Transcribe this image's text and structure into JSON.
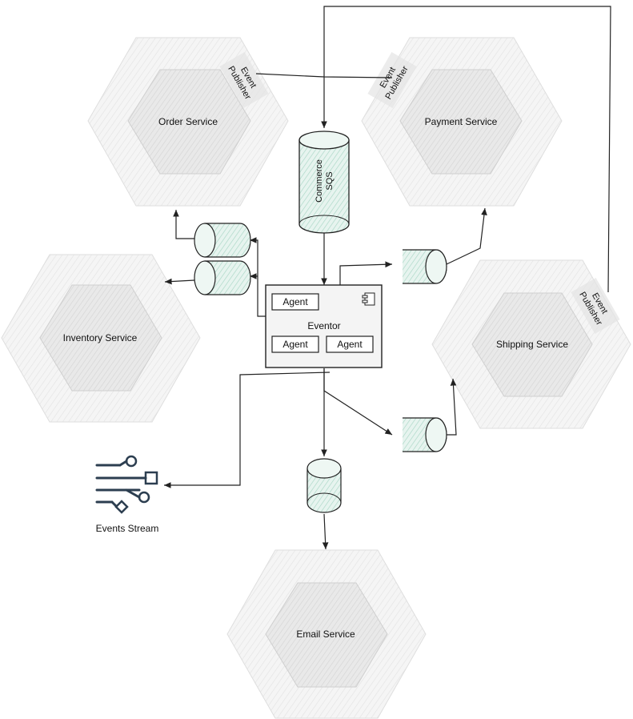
{
  "services": {
    "order": "Order Service",
    "payment": "Payment Service",
    "inventory": "Inventory Service",
    "shipping": "Shipping Service",
    "email": "Email Service"
  },
  "event_publisher_line1": "Event",
  "event_publisher_line2": "Publisher",
  "queue": {
    "line1": "Commerce",
    "line2": "SQS"
  },
  "eventor": {
    "title": "Eventor",
    "agent_1": "Agent",
    "agent_2": "Agent",
    "agent_3": "Agent"
  },
  "events_stream": "Events Stream",
  "colors": {
    "hex_outer": "#f3f3f3",
    "hex_inner": "#e6e6e6",
    "hex_stroke": "#d0d0d0",
    "cylinder_fill": "#dff0ea",
    "line": "#222222",
    "icon": "#2c3e50"
  }
}
